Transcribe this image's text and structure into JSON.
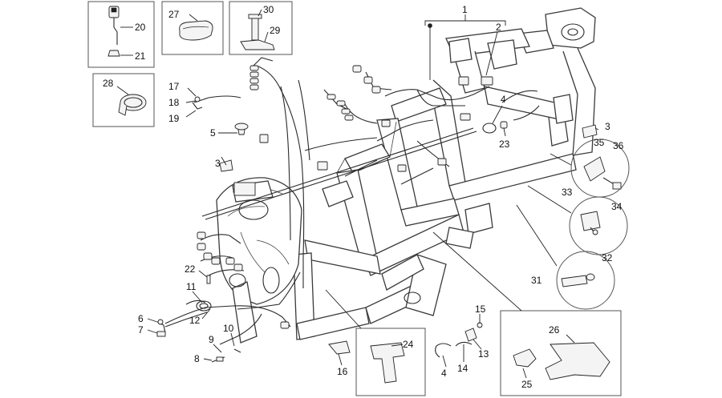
{
  "labels": [
    {
      "id": "l1",
      "text": "1"
    },
    {
      "id": "l2",
      "text": "2"
    },
    {
      "id": "l3a",
      "text": "3"
    },
    {
      "id": "l3b",
      "text": "3"
    },
    {
      "id": "l4a",
      "text": "4"
    },
    {
      "id": "l4b",
      "text": "4"
    },
    {
      "id": "l5",
      "text": "5"
    },
    {
      "id": "l6",
      "text": "6"
    },
    {
      "id": "l7",
      "text": "7"
    },
    {
      "id": "l8",
      "text": "8"
    },
    {
      "id": "l9",
      "text": "9"
    },
    {
      "id": "l10",
      "text": "10"
    },
    {
      "id": "l11",
      "text": "11"
    },
    {
      "id": "l12",
      "text": "12"
    },
    {
      "id": "l13",
      "text": "13"
    },
    {
      "id": "l14",
      "text": "14"
    },
    {
      "id": "l15",
      "text": "15"
    },
    {
      "id": "l16",
      "text": "16"
    },
    {
      "id": "l17",
      "text": "17"
    },
    {
      "id": "l18",
      "text": "18"
    },
    {
      "id": "l19",
      "text": "19"
    },
    {
      "id": "l20",
      "text": "20"
    },
    {
      "id": "l21",
      "text": "21"
    },
    {
      "id": "l22",
      "text": "22"
    },
    {
      "id": "l23",
      "text": "23"
    },
    {
      "id": "l24",
      "text": "24"
    },
    {
      "id": "l25",
      "text": "25"
    },
    {
      "id": "l26",
      "text": "26"
    },
    {
      "id": "l27",
      "text": "27"
    },
    {
      "id": "l28",
      "text": "28"
    },
    {
      "id": "l29",
      "text": "29"
    },
    {
      "id": "l30",
      "text": "30"
    },
    {
      "id": "l31",
      "text": "31"
    },
    {
      "id": "l32",
      "text": "32"
    },
    {
      "id": "l33",
      "text": "33"
    },
    {
      "id": "l34",
      "text": "34"
    },
    {
      "id": "l35",
      "text": "35"
    },
    {
      "id": "l36",
      "text": "36"
    }
  ]
}
